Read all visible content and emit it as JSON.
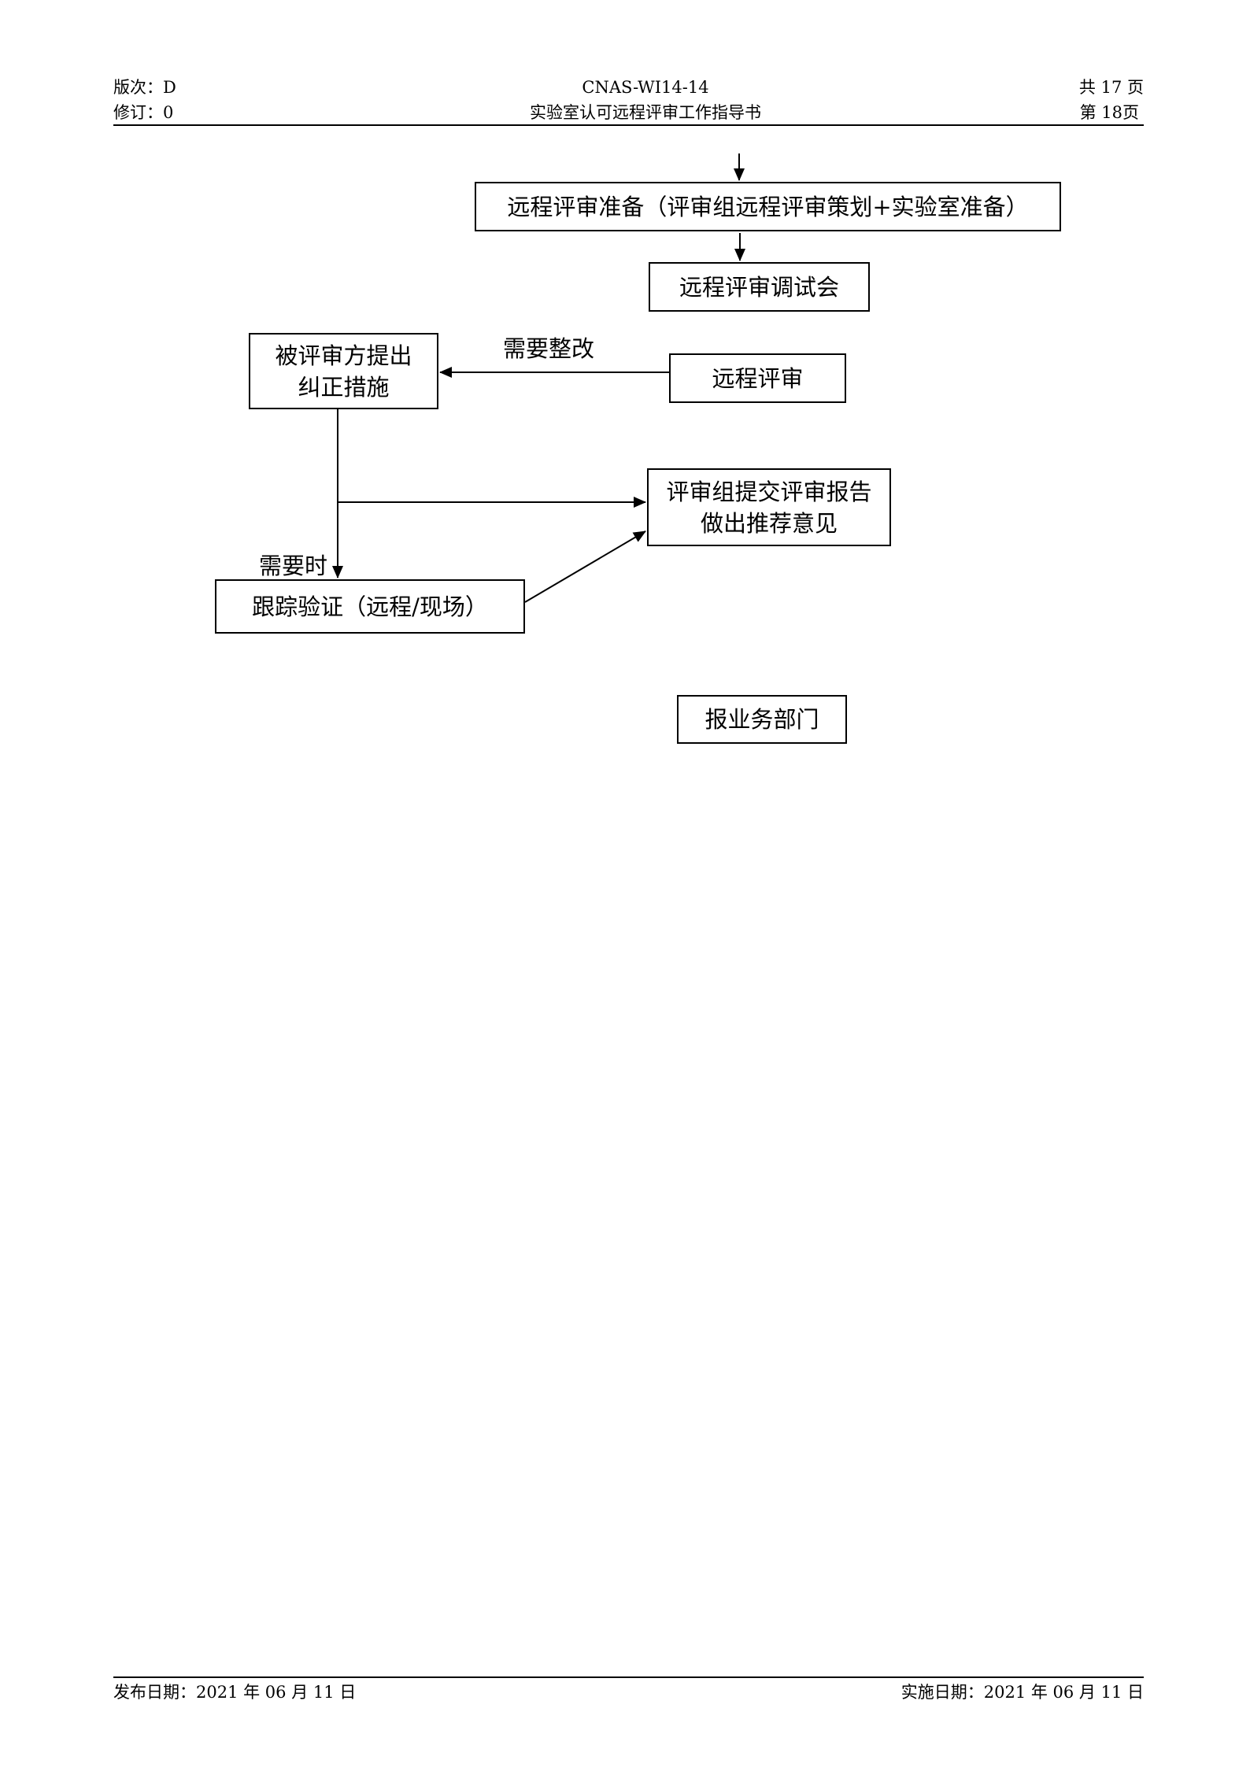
{
  "header": {
    "edition": "版次：D",
    "revision": "修订：0",
    "doc_code": "CNAS-WI14-14",
    "doc_title": "实验室认可远程评审工作指导书",
    "total_pages": "共 17 页",
    "page_number": "第 18页"
  },
  "flowchart": {
    "prep": "远程评审准备（评审组远程评审策划+实验室准备）",
    "debug_meeting": "远程评审调试会",
    "corrective": "被评审方提出纠正措施",
    "remote_review": "远程评审",
    "need_rectify": "需要整改",
    "report": "评审组提交评审报告做出推荐意见",
    "when_needed": "需要时",
    "followup": "跟踪验证（远程/现场）",
    "report_dept": "报业务部门"
  },
  "footer": {
    "issue_date": "发布日期：2021 年 06 月 11 日",
    "effective_date": "实施日期：2021 年 06 月 11 日"
  }
}
